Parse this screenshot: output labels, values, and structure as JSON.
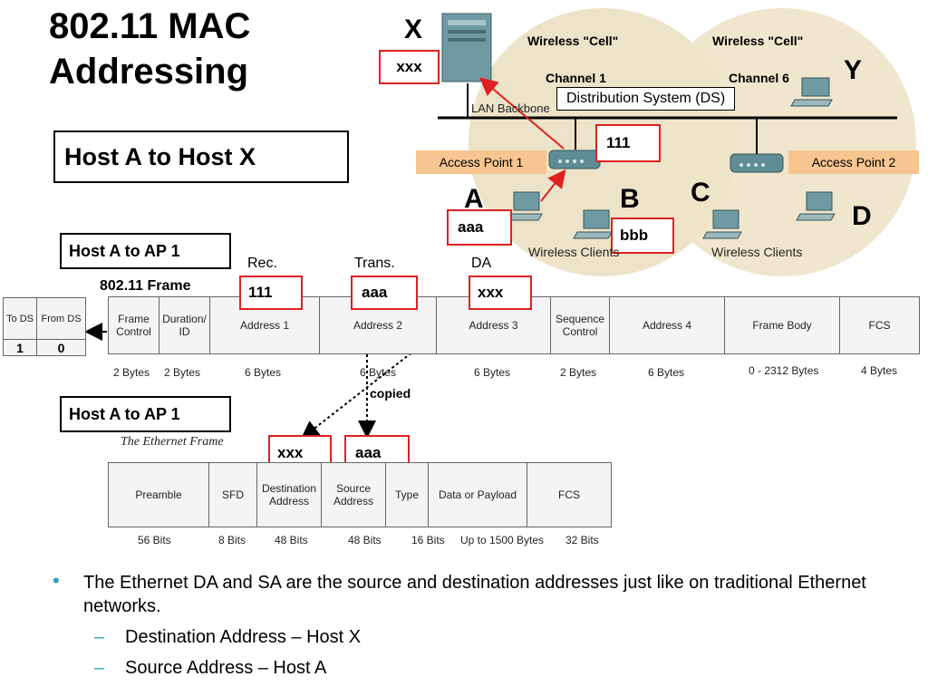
{
  "title": [
    "802.11 MAC",
    "Addressing"
  ],
  "subtitle": "Host A to Host X",
  "network": {
    "cell_left": "Wireless \"Cell\"",
    "cell_right": "Wireless \"Cell\"",
    "channel_left": "Channel 1",
    "channel_right": "Channel 6",
    "ds": "Distribution System (DS)",
    "backbone": "LAN Backbone",
    "ap1": "Access Point 1",
    "ap2": "Access Point 2",
    "clients_left": "Wireless Clients",
    "clients_right": "Wireless Clients",
    "letters": {
      "x": "X",
      "y": "Y",
      "a": "A",
      "b": "B",
      "c": "C",
      "d": "D"
    },
    "addr_x": "xxx",
    "addr_ap1": "111",
    "addr_a": "aaa",
    "addr_b": "bbb"
  },
  "frame80211": {
    "heading": "Host A to AP 1",
    "label": "802.11 Frame",
    "col_rec": "Rec.",
    "col_trans": "Trans.",
    "col_da": "DA",
    "val_rec": "111",
    "val_trans": "aaa",
    "val_da": "xxx",
    "fields": [
      "Frame Control",
      "Duration/ ID",
      "Address 1",
      "Address 2",
      "Address 3",
      "Sequence Control",
      "Address 4",
      "Frame Body",
      "FCS"
    ],
    "sizes": [
      "2 Bytes",
      "2 Bytes",
      "6  Bytes",
      "6  Bytes",
      "6  Bytes",
      "2  Bytes",
      "6  Bytes",
      "0 - 2312 Bytes",
      "4 Bytes"
    ],
    "ds_headers": [
      "To DS",
      "From DS"
    ],
    "ds_values": [
      "1",
      "0"
    ]
  },
  "copied": "copied",
  "ethernet": {
    "heading": "Host A to AP 1",
    "caption": "The Ethernet Frame",
    "val_dest": "xxx",
    "val_src": "aaa",
    "fields": [
      "Preamble",
      "SFD",
      "Destination Address",
      "Source Address",
      "Type",
      "Data or Payload",
      "FCS"
    ],
    "sizes": [
      "56 Bits",
      "8 Bits",
      "48 Bits",
      "48 Bits",
      "16 Bits",
      "Up to 1500 Bytes",
      "32 Bits"
    ]
  },
  "bullets": {
    "main": "The Ethernet DA and SA are the source and destination addresses just like on traditional Ethernet networks.",
    "subs": [
      "Destination Address – Host X",
      "Source Address – Host A"
    ]
  },
  "colors": {
    "red": "#e02020",
    "ap_fill": "#f7c58f",
    "cell_fill": "#ede3c8",
    "bullet": "#2aa0c0"
  }
}
